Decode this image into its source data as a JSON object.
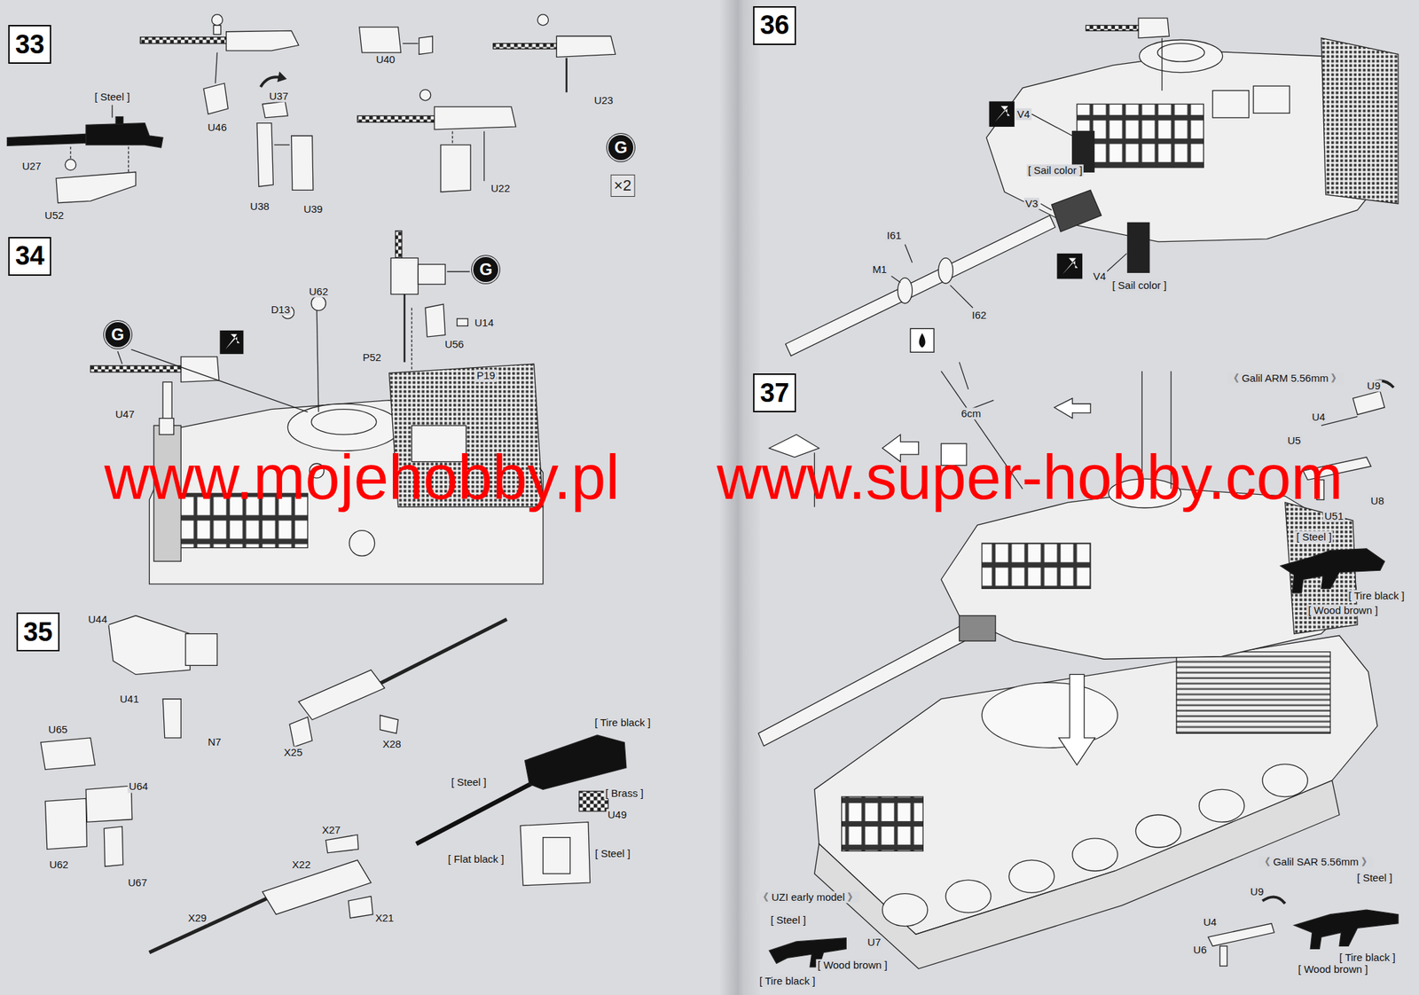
{
  "diagram": {
    "nodes": [
      {
        "text": [
          "33"
        ]
      },
      {
        "text": [
          "G"
        ]
      },
      {
        "text": [
          "×2"
        ]
      },
      {
        "text": [
          "34"
        ]
      },
      {
        "text": [
          "G"
        ]
      },
      {
        "text": [
          "G"
        ]
      },
      {
        "text": [
          "35"
        ]
      },
      {
        "text": [
          "36"
        ]
      },
      {
        "text": [
          "37"
        ]
      }
    ],
    "labels": [
      "[ Steel ]",
      "U27",
      "U52",
      "U46",
      "U37",
      "U38",
      "U39",
      "U40",
      "U23",
      "U22",
      "D13",
      "U62",
      "U14",
      "U56",
      "P52",
      "P19",
      "U47",
      "www.mojehobby.pl",
      "www.super-hobby.com",
      "U44",
      "U41",
      "N7",
      "U65",
      "U64",
      "U62",
      "U67",
      "X25",
      "X28",
      "[ Tire black ]",
      "[ Steel ]",
      "[ Brass ]",
      "U49",
      "[ Flat black ]",
      "[ Steel ]",
      "X27",
      "X22",
      "X29",
      "X21",
      "V4",
      "[ Sail color ]",
      "V3",
      "I61",
      "M1",
      "I62",
      "V4",
      "[ Sail color ]",
      "6cm",
      "《 Galil ARM 5.56mm 》",
      "U9",
      "U4",
      "U5",
      "U8",
      "U51",
      "[ Steel ]",
      "[ Tire black ]",
      "[ Wood brown ]",
      "《 UZI early model 》",
      "[ Steel ]",
      "U7",
      "[ Wood brown ]",
      "[ Tire black ]",
      "《 Galil SAR 5.56mm 》",
      "U9",
      "[ Steel ]",
      "U4",
      "U6",
      "[ Tire black ]",
      "[ Wood brown ]"
    ]
  }
}
